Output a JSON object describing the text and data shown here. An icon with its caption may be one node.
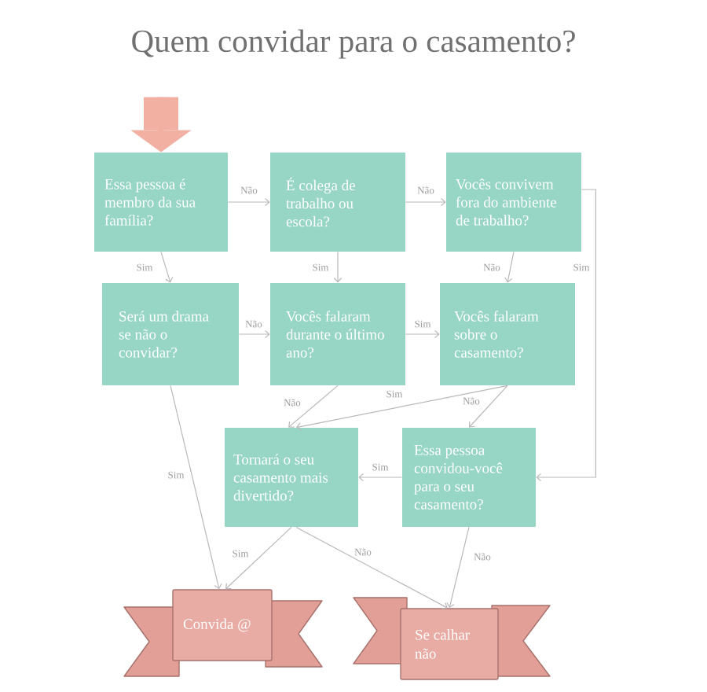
{
  "diagram": {
    "title": "Quem convidar para o casamento?",
    "nodes": [
      {
        "text": [
          "Essa pessoa é membro da sua família?"
        ]
      },
      {
        "text": [
          "É colega de trabalho ou escola?"
        ]
      },
      {
        "text": [
          "Vocês convivem fora do ambiente de trabalho?"
        ]
      },
      {
        "text": [
          "Será um drama se não o convidar?"
        ]
      },
      {
        "text": [
          "Vocês falaram durante o último ano?"
        ]
      },
      {
        "text": [
          "Vocês falaram sobre o casamento?"
        ]
      },
      {
        "text": [
          "Tornará o seu casamento mais divertido?"
        ]
      },
      {
        "text": [
          "Essa pessoa convidou-você para o seu casamento?"
        ]
      },
      {
        "text": [
          "Convida @"
        ]
      },
      {
        "text": [
          "Se calhar não"
        ]
      }
    ],
    "edges": [
      {
        "from": null,
        "to": 0,
        "arrow": "to",
        "style": "thick",
        "color": "#f2b0a3"
      },
      {
        "from": 0,
        "to": 1,
        "arrow": "to",
        "label": "Não"
      },
      {
        "from": 1,
        "to": 2,
        "arrow": "to",
        "label": "Não"
      },
      {
        "from": 0,
        "to": 3,
        "arrow": "to",
        "label": "Sim"
      },
      {
        "from": 1,
        "to": 4,
        "arrow": "to",
        "label": "Sim"
      },
      {
        "from": 2,
        "to": 5,
        "arrow": "to",
        "label": "Não"
      },
      {
        "from": 2,
        "to": 7,
        "arrow": "to",
        "label": "Sim"
      },
      {
        "from": 3,
        "to": 4,
        "arrow": "to",
        "label": "Não"
      },
      {
        "from": 4,
        "to": 5,
        "arrow": "to",
        "label": "Sim"
      },
      {
        "from": 3,
        "to": 8,
        "arrow": "to",
        "label": "Sim"
      },
      {
        "from": 4,
        "to": 6,
        "arrow": "to",
        "label": "Não"
      },
      {
        "from": 5,
        "to": 6,
        "arrow": "to",
        "label": "Sim"
      },
      {
        "from": 5,
        "to": 7,
        "arrow": "to",
        "label": "Não"
      },
      {
        "from": 7,
        "to": 6,
        "arrow": "to",
        "label": "Sim"
      },
      {
        "from": 6,
        "to": 8,
        "arrow": "to",
        "label": "Sim"
      },
      {
        "from": 6,
        "to": 9,
        "arrow": "to",
        "label": "Não"
      },
      {
        "from": 7,
        "to": 9,
        "arrow": "to",
        "label": "Não"
      }
    ]
  }
}
